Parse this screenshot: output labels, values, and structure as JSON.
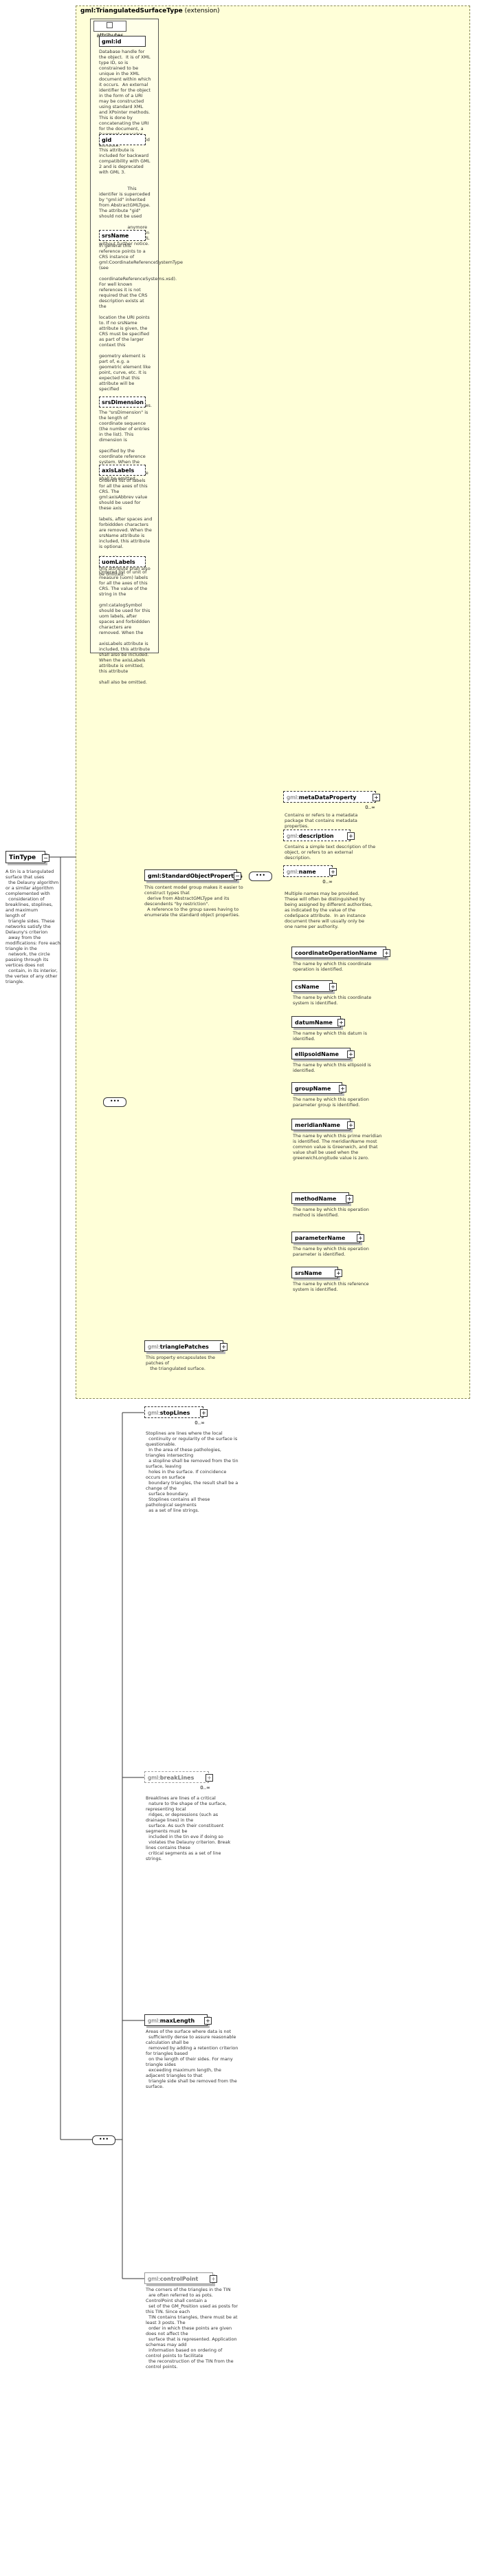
{
  "type": {
    "qname": "gml:TriangulatedSurfaceType",
    "derivation": "(extension)"
  },
  "root": {
    "name": "TinType",
    "description": "A tin is a triangulated surface that uses\n  the Delauny algorithm or a similar algorithm\ncomplemented with\n  consideration of breaklines, stoplines, and maximum\nlength of\n  triangle sides. These networks satisfy the\nDelauny's criterion\n  away from the\nmodifications: Fore each triangle in the\n  network, the circle passing through its vertices does not\n  contain, in its interior, the vertex of any other triangle."
  },
  "attributes": {
    "tag": "attributes",
    "items": [
      {
        "name": "gml:id",
        "required": true,
        "description": "Database handle for the object.  It is of XML type ID, so is constrained to be unique in the XML document within which it occurs.  An external identifier for the object in the form of a URI may be constructed using standard XML and XPointer methods.  This is done by concatenating the URI for the document, a fragment separator, and the value of the id attribute."
      },
      {
        "name": "gid",
        "required": false,
        "description": "This attribute is included for backward compatibility with GML 2 and is deprecated with GML 3.\n\n\n                    This\nidentifer is superceded by \"gml:id\" inherited from AbstractGMLType. The attribute \"gid\" should not be used\n\n                    anymore\nand may be deleted in future versions of GML without further notice."
      },
      {
        "name": "srsName",
        "required": false,
        "description": "In general this reference points to a CRS instance of gml:CoordinateReferenceSystemType (see\n\ncoordinateReferenceSystems.xsd). For well known references it is not required that the CRS description exists at the\n\nlocation the URI points to. If no srsName attribute is given, the CRS must be specified as part of the larger context this\n\ngeometry element is part of, e.g. a geometric element like point, curve, etc. It is expected that this attribute will be specified\n\nat the direct position level only in rare cases."
      },
      {
        "name": "srsDimension",
        "required": false,
        "description": "The \"srsDimension\" is the length of coordinate sequence (the number of entries in the list). This dimension is\n\nspecified by the coordinate reference system. When the srsName attribute is omitted, this attribute shall be omitted."
      },
      {
        "name": "axisLabels",
        "required": false,
        "description": "Ordered list of labels for all the axes of this CRS. The gml:axisAbbrev value should be used for these axis\n\nlabels, after spaces and forbiddden characters are removed. When the srsName attribute is included, this attribute is optional.\n\nWhen the srsName attribute is omitted, this attribute shall also be omitted."
      },
      {
        "name": "uomLabels",
        "required": false,
        "description": "Ordered list of unit of measure (uom) labels for all the axes of this CRS. The value of the string in the\n\ngml:catalogSymbol should be used for this uom labels, after spaces and forbiddden characters are removed. When the\n\naxisLabels attribute is included, this attribute shall also be included. When the axisLabels attribute is omitted, this attribute\n\nshall also be omitted."
      }
    ]
  },
  "standard_props": {
    "name": "gml:StandardObjectProperties",
    "description": "This content model group makes it easier to construct types that\n  derive from AbstractGMLType and its descendents \"by restriction\".\n  A reference to the group saves having to enumerate the standard object properties."
  },
  "standard_children": [
    {
      "ns": "gml:",
      "name": "metaDataProperty",
      "card": "0..∞",
      "description": "Contains or refers to a metadata package that contains metadata properties."
    },
    {
      "ns": "gml:",
      "name": "description",
      "card": "",
      "description": "Contains a simple text description of the object, or refers to an external description."
    },
    {
      "ns": "gml:",
      "name": "name",
      "card": "0..∞",
      "description": "Multiple names may be provided.  These will often be distinguished by being assigned by different authorities, as indicated by the value of the codeSpace attribute.  In an instance document there will usually only be one name per authority."
    },
    {
      "ns": "",
      "name": "coordinateOperationName",
      "card": "",
      "description": "The name by which this coordinate operation is identified."
    },
    {
      "ns": "",
      "name": "csName",
      "card": "",
      "description": "The name by which this coordinate system is identified."
    },
    {
      "ns": "",
      "name": "datumName",
      "card": "",
      "description": "The name by which this datum is identified."
    },
    {
      "ns": "",
      "name": "ellipsoidName",
      "card": "",
      "description": "The name by which this ellipsoid is identified."
    },
    {
      "ns": "",
      "name": "groupName",
      "card": "",
      "description": "The name by which this operation parameter group is identified."
    },
    {
      "ns": "",
      "name": "meridianName",
      "card": "",
      "description": "The name by which this prime meridian is identified. The meridianName most common value is Greenwich, and that value shall be used when the greenwichLongitude value is zero."
    },
    {
      "ns": "",
      "name": "methodName",
      "card": "",
      "description": "The name by which this operation method is identified."
    },
    {
      "ns": "",
      "name": "parameterName",
      "card": "",
      "description": "The name by which this operation parameter is identified."
    },
    {
      "ns": "",
      "name": "srsName",
      "card": "",
      "description": "The name by which this reference system is identified."
    }
  ],
  "trianglePatches": {
    "ns": "gml:",
    "name": "trianglePatches",
    "description": "This property encapsulates the patches of\n   the triangulated surface."
  },
  "tin_children": [
    {
      "ns": "gml:",
      "name": "stopLines",
      "card": "0..∞",
      "description": "Stoplines are lines where the local\n  continuity or regularity of the surface is questionable.\n  In the area of these pathologies, triangles intersecting\n  a stopline shall be removed from the tin surface, leaving\n  holes in the surface. If coincidence occurs on surface\n  boundary triangles, the result shall be a change of the\n  surface boundary.\n  Stoplines contains all these pathological segments\n  as a set of line strings."
    },
    {
      "ns": "gml:",
      "name": "breakLines",
      "card": "0..∞",
      "description": "Breaklines are lines of a critical\n  nature to the shape of the surface, representing local\n  ridges, or depressions (such as drainage lines) in the\n  surface. As such their constituent segments must be\n  included in the tin eve if doing so\n  violates the Delauny criterion. Break lines contains these\n  critical segments as a set of line strings."
    },
    {
      "ns": "gml:",
      "name": "maxLength",
      "card": "",
      "description": "Areas of the surface where data is not\n  sufficiently dense to assure reasonable calculation shall be\n  removed by adding a retention criterion for triangles based\n  on the length of their sides. For many triangle sides\n  exceeding maximum length, the adjacent triangles to that\n  triangle side shall be removed from the surface."
    },
    {
      "ns": "gml:",
      "name": "controlPoint",
      "card": "",
      "description": "The corners of the triangles in the TIN\n  are often referred to as pots. ControlPoint shall contain a\n  set of the GM_Position used as posts for this TIN. Since each\n  TIN contains triangles, there must be at least 3 posts. The\n  order in which these points are given does not affect the\n  surface that is represented. Application schemas may add\n  information based on ordering of control points to facilitate\n  the reconstruction of the TIN from the control points."
    }
  ],
  "icons": {
    "sequence": "•••",
    "expand": "+",
    "collapse": "−"
  }
}
